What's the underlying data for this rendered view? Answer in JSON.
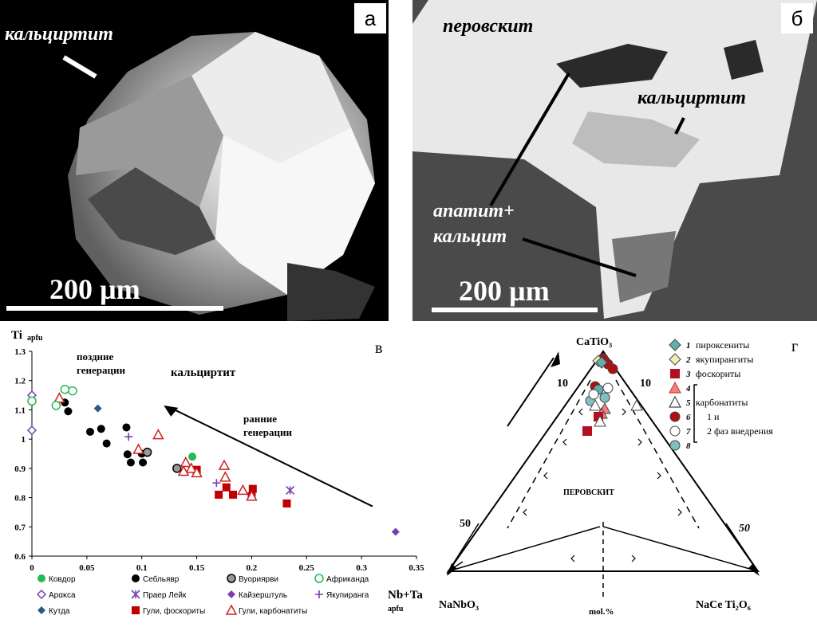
{
  "panel_a": {
    "tag": "а",
    "mineral_label": "кальциртит",
    "scale_label": "200 µm"
  },
  "panel_b": {
    "tag": "б",
    "label_perovskite": "перовскит",
    "label_calcirtite": "кальциртит",
    "label_apatite": "апатит+",
    "label_calcite": "кальцит",
    "scale_label": "200 µm"
  },
  "chart_data": [
    {
      "type": "scatter",
      "panel_tag": "в",
      "ylabel": "Ti",
      "ylabel_sub": "apfu",
      "xlabel": "Nb+Ta",
      "xlabel_sub": "apfu",
      "xlim": [
        0,
        0.35
      ],
      "ylim": [
        0.6,
        1.3
      ],
      "xticks": [
        "0",
        "0.05",
        "0.1",
        "0.15",
        "0.2",
        "0.25",
        "0.3",
        "0.35"
      ],
      "yticks": [
        "0.6",
        "0.7",
        "0.8",
        "0.9",
        "1",
        "1.1",
        "1.2",
        "1.3"
      ],
      "grid": false,
      "annotations": {
        "late_line1": "поздние",
        "late_line2": "генерации",
        "mineral": "кальциртит",
        "early_line1": "ранние",
        "early_line2": "генерации"
      },
      "series": [
        {
          "name": "Ковдор",
          "marker": "circle-filled",
          "color": "#22bb55",
          "points": [
            [
              0.146,
              0.94
            ]
          ]
        },
        {
          "name": "Арακса",
          "marker": "diamond-open",
          "color": "#7a3fb0",
          "points": [
            [
              0,
              1.15
            ],
            [
              0,
              1.03
            ]
          ]
        },
        {
          "name": "Кутда",
          "marker": "diamond-filled",
          "color": "#2a5a8a",
          "points": [
            [
              0.06,
              1.105
            ]
          ]
        },
        {
          "name": "Себльявр",
          "marker": "circle-filled",
          "color": "#000000",
          "points": [
            [
              0.03,
              1.125
            ],
            [
              0.033,
              1.095
            ],
            [
              0.053,
              1.025
            ],
            [
              0.063,
              1.035
            ],
            [
              0.068,
              0.985
            ],
            [
              0.086,
              1.04
            ],
            [
              0.087,
              0.948
            ],
            [
              0.09,
              0.92
            ],
            [
              0.1,
              0.95
            ],
            [
              0.101,
              0.92
            ]
          ]
        },
        {
          "name": "Праер Лейк",
          "marker": "asterisk",
          "color": "#7a3fb0",
          "points": [
            [
              0.235,
              0.825
            ]
          ]
        },
        {
          "name": "Гули, фоскориты",
          "marker": "square-filled",
          "color": "#c00000",
          "points": [
            [
              0.15,
              0.895
            ],
            [
              0.17,
              0.81
            ],
            [
              0.177,
              0.835
            ],
            [
              0.183,
              0.81
            ],
            [
              0.2,
              0.805
            ],
            [
              0.201,
              0.83
            ],
            [
              0.232,
              0.78
            ]
          ]
        },
        {
          "name": "Вуориярви",
          "marker": "circle-grey",
          "color": "#888888",
          "points": [
            [
              0.132,
              0.9
            ],
            [
              0.105,
              0.955
            ]
          ]
        },
        {
          "name": "Кайзерштуль",
          "marker": "diamond-filled",
          "color": "#7a3fb0",
          "points": [
            [
              0.331,
              0.683
            ]
          ]
        },
        {
          "name": "Гули, карбонатиты",
          "marker": "triangle-open",
          "color": "#d02020",
          "points": [
            [
              0.025,
              1.14
            ],
            [
              0.097,
              0.965
            ],
            [
              0.115,
              1.015
            ],
            [
              0.14,
              0.92
            ],
            [
              0.145,
              0.9
            ],
            [
              0.15,
              0.885
            ],
            [
              0.175,
              0.91
            ],
            [
              0.176,
              0.87
            ],
            [
              0.192,
              0.825
            ],
            [
              0.2,
              0.805
            ],
            [
              0.138,
              0.89
            ]
          ]
        },
        {
          "name": "Африканда",
          "marker": "circle-open",
          "color": "#22bb55",
          "points": [
            [
              0,
              1.13
            ],
            [
              0.022,
              1.115
            ],
            [
              0.03,
              1.17
            ],
            [
              0.037,
              1.165
            ]
          ]
        },
        {
          "name": "Якупиранга",
          "marker": "plus",
          "color": "#7a3fb0",
          "points": [
            [
              0.088,
              1.008
            ],
            [
              0.168,
              0.85
            ]
          ]
        }
      ]
    },
    {
      "type": "ternary",
      "panel_tag": "г",
      "apex_top": "CaTiO₃",
      "apex_left": "NaNbO₃",
      "apex_right": "NaCe Ti₂O₆",
      "field_label": "ПЕРОВСКИТ",
      "units_label": "mol.%",
      "tick_10_left": "10",
      "tick_10_right": "10",
      "tick_50_left": "50",
      "tick_50_right": "50",
      "legend": [
        {
          "num": "1",
          "label": "пироксениты",
          "marker": "diamond",
          "color": "#5fb0b0"
        },
        {
          "num": "2",
          "label": "якупирангиты",
          "marker": "diamond",
          "color": "#f0f0b0"
        },
        {
          "num": "3",
          "label": "фоскориты",
          "marker": "square",
          "color": "#b01020"
        },
        {
          "num": "4",
          "label": "",
          "marker": "triangle",
          "color": "#f08080"
        },
        {
          "num": "5",
          "label": "карбонатиты",
          "marker": "triangle-open",
          "color": "#ffffff"
        },
        {
          "num": "6",
          "label": "1 и",
          "marker": "circle",
          "color": "#b01010"
        },
        {
          "num": "7",
          "label": "2 фаз внедрения",
          "marker": "circle-open",
          "color": "#ffffff"
        },
        {
          "num": "8",
          "label": "",
          "marker": "circle",
          "color": "#80c0c0"
        }
      ]
    }
  ]
}
